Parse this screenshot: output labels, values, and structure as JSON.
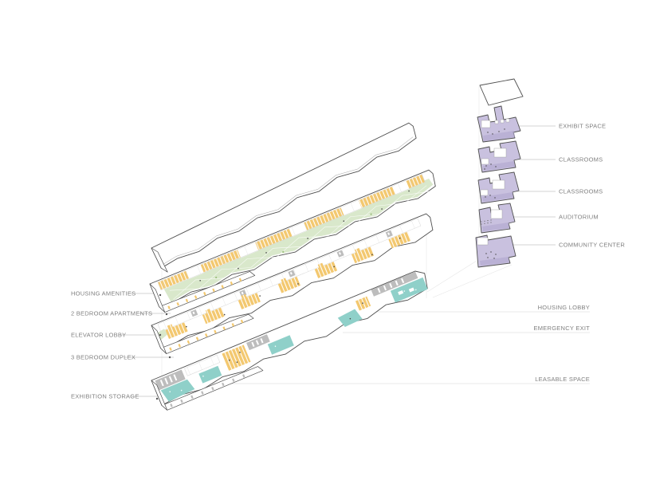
{
  "palette": {
    "yellow": "#f3c86f",
    "green": "#d9e8cb",
    "teal": "#8fd0c9",
    "gray": "#bdbdbd",
    "purple": "#c9c1df",
    "purple2": "#b0a6cf",
    "outline": "#4f4f4f",
    "label": "#808080",
    "leader": "#c4c4c4",
    "leader2": "#e0e0e0",
    "construct": "#e6e6e6"
  },
  "labels": {
    "left": [
      "HOUSING AMENITIES",
      "2 BEDROOM APARTMENTS",
      "ELEVATOR LOBBY",
      "3 BEDROOM DUPLEX",
      "EXHIBITION STORAGE"
    ],
    "community_stack": [
      "EXHIBIT SPACE",
      "CLASSROOMS",
      "CLASSROOMS",
      "AUDITORIUM",
      "COMMUNITY CENTER"
    ],
    "lower_right": [
      "HOUSING LOBBY",
      "EMERGENCY EXIT",
      "LEASABLE SPACE"
    ]
  }
}
